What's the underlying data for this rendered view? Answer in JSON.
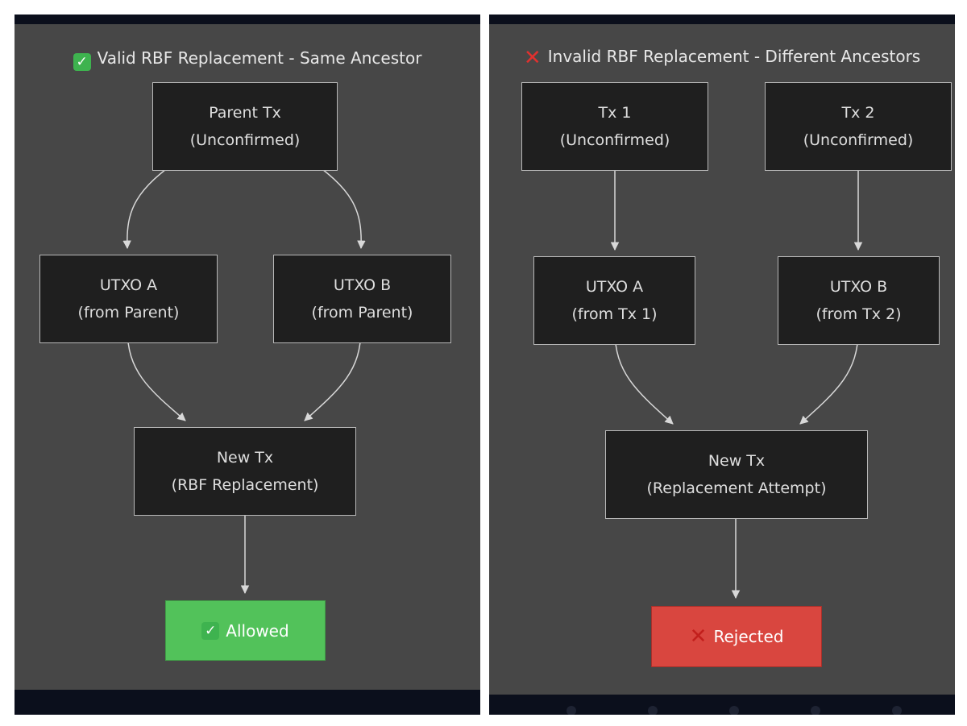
{
  "left": {
    "title_icon": "check-mark-emoji",
    "title": "Valid RBF Replacement - Same Ancestor",
    "parent": {
      "line1": "Parent Tx",
      "line2": "(Unconfirmed)"
    },
    "utxo_a": {
      "line1": "UTXO A",
      "line2": "(from Parent)"
    },
    "utxo_b": {
      "line1": "UTXO B",
      "line2": "(from Parent)"
    },
    "new_tx": {
      "line1": "New Tx",
      "line2": "(RBF Replacement)"
    },
    "result": {
      "icon": "check-mark-emoji",
      "label": "Allowed",
      "color": "#52c25a"
    }
  },
  "right": {
    "title_icon": "cross-mark-emoji",
    "title": "Invalid RBF Replacement - Different Ancestors",
    "tx1": {
      "line1": "Tx 1",
      "line2": "(Unconfirmed)"
    },
    "tx2": {
      "line1": "Tx 2",
      "line2": "(Unconfirmed)"
    },
    "utxo_a": {
      "line1": "UTXO A",
      "line2": "(from Tx 1)"
    },
    "utxo_b": {
      "line1": "UTXO B",
      "line2": "(from Tx 2)"
    },
    "new_tx": {
      "line1": "New Tx",
      "line2": "(Replacement Attempt)"
    },
    "result": {
      "icon": "cross-mark-emoji",
      "label": "Rejected",
      "color": "#d9463f"
    }
  }
}
